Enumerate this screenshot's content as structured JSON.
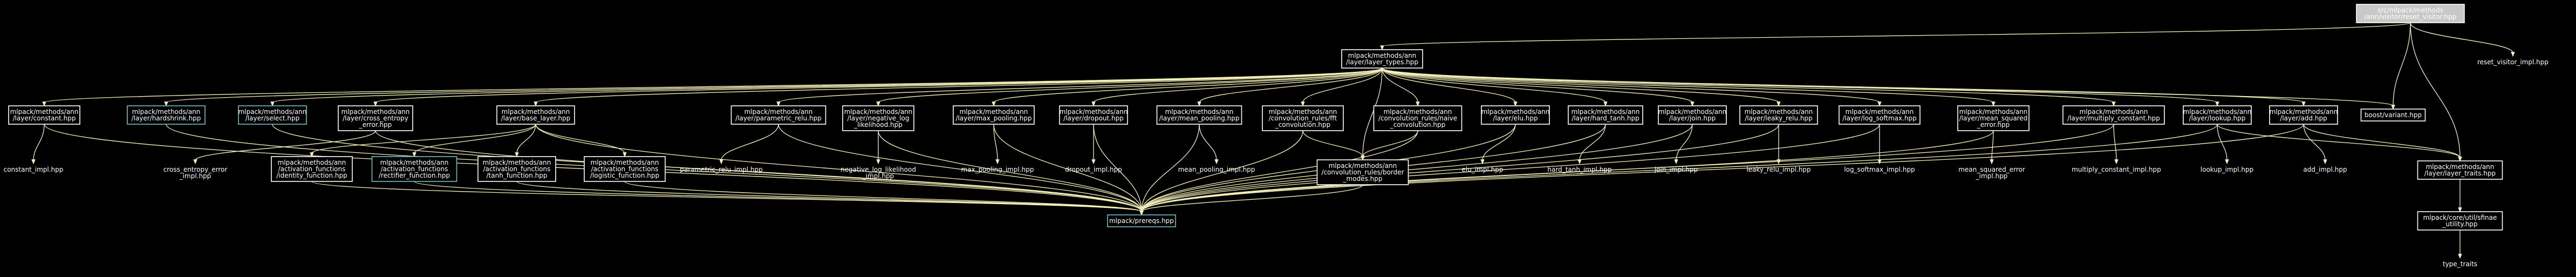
{
  "colors": {
    "background": "#000000",
    "edge": "#f3f1b7",
    "node_border_default": "#ffffff",
    "node_border_highlight": "#6bc0c0",
    "root_fill": "#c8c8c8",
    "root_text": "#000000",
    "node_fill": "#000000",
    "node_text": "#ffffff"
  },
  "nodes": [
    {
      "id": "root",
      "lines": [
        "src/mlpack/methods",
        "/ann/visitor/reset_visitor.hpp"
      ],
      "style": "root"
    },
    {
      "id": "reset_visitor_impl",
      "lines": [
        "reset_visitor_impl.hpp"
      ],
      "style": "plain"
    },
    {
      "id": "layer_types",
      "lines": [
        "mlpack/methods/ann",
        "/layer/layer_types.hpp"
      ],
      "style": "default"
    },
    {
      "id": "boost_variant",
      "lines": [
        "boost/variant.hpp"
      ],
      "style": "default"
    },
    {
      "id": "layer_traits",
      "lines": [
        "mlpack/methods/ann",
        "/layer/layer_traits.hpp"
      ],
      "style": "default"
    },
    {
      "id": "sfinae_utility",
      "lines": [
        "mlpack/core/util/sfinae",
        "_utility.hpp"
      ],
      "style": "default"
    },
    {
      "id": "type_traits",
      "lines": [
        "type_traits"
      ],
      "style": "plain"
    },
    {
      "id": "prereqs",
      "lines": [
        "mlpack/prereqs.hpp"
      ],
      "style": "highlight"
    },
    {
      "id": "constant",
      "lines": [
        "mlpack/methods/ann",
        "/layer/constant.hpp"
      ],
      "style": "default"
    },
    {
      "id": "constant_impl",
      "lines": [
        "constant_impl.hpp"
      ],
      "style": "plain"
    },
    {
      "id": "hardshrink",
      "lines": [
        "mlpack/methods/ann",
        "/layer/hardshrink.hpp"
      ],
      "style": "highlight"
    },
    {
      "id": "select",
      "lines": [
        "mlpack/methods/ann",
        "/layer/select.hpp"
      ],
      "style": "highlight"
    },
    {
      "id": "cross_entropy",
      "lines": [
        "mlpack/methods/ann",
        "/layer/cross_entropy",
        "_error.hpp"
      ],
      "style": "default"
    },
    {
      "id": "cross_entropy_impl",
      "lines": [
        "cross_entropy_error",
        "_impl.hpp"
      ],
      "style": "plain"
    },
    {
      "id": "base_layer",
      "lines": [
        "mlpack/methods/ann",
        "/layer/base_layer.hpp"
      ],
      "style": "default"
    },
    {
      "id": "identity_fn",
      "lines": [
        "mlpack/methods/ann",
        "/activation_functions",
        "/identity_function.hpp"
      ],
      "style": "default"
    },
    {
      "id": "rectifier_fn",
      "lines": [
        "mlpack/methods/ann",
        "/activation_functions",
        "/rectifier_function.hpp"
      ],
      "style": "highlight"
    },
    {
      "id": "tanh_fn",
      "lines": [
        "mlpack/methods/ann",
        "/activation_functions",
        "/tanh_function.hpp"
      ],
      "style": "default"
    },
    {
      "id": "logistic_fn",
      "lines": [
        "mlpack/methods/ann",
        "/activation_functions",
        "/logistic_function.hpp"
      ],
      "style": "default"
    },
    {
      "id": "parametric_relu",
      "lines": [
        "mlpack/methods/ann",
        "/layer/parametric_relu.hpp"
      ],
      "style": "default"
    },
    {
      "id": "parametric_relu_impl",
      "lines": [
        "parametric_relu_impl.hpp"
      ],
      "style": "plain"
    },
    {
      "id": "neg_log_lik",
      "lines": [
        "mlpack/methods/ann",
        "/layer/negative_log",
        "_likelihood.hpp"
      ],
      "style": "default"
    },
    {
      "id": "neg_log_lik_impl",
      "lines": [
        "negative_log_likelihood",
        "_impl.hpp"
      ],
      "style": "plain"
    },
    {
      "id": "max_pooling",
      "lines": [
        "mlpack/methods/ann",
        "/layer/max_pooling.hpp"
      ],
      "style": "default"
    },
    {
      "id": "max_pooling_impl",
      "lines": [
        "max_pooling_impl.hpp"
      ],
      "style": "plain"
    },
    {
      "id": "dropout",
      "lines": [
        "mlpack/methods/ann",
        "/layer/dropout.hpp"
      ],
      "style": "default"
    },
    {
      "id": "dropout_impl",
      "lines": [
        "dropout_impl.hpp"
      ],
      "style": "plain"
    },
    {
      "id": "mean_pooling",
      "lines": [
        "mlpack/methods/ann",
        "/layer/mean_pooling.hpp"
      ],
      "style": "default"
    },
    {
      "id": "mean_pooling_impl",
      "lines": [
        "mean_pooling_impl.hpp"
      ],
      "style": "plain"
    },
    {
      "id": "fft_conv",
      "lines": [
        "mlpack/methods/ann",
        "/convolution_rules/fft",
        "_convolution.hpp"
      ],
      "style": "default"
    },
    {
      "id": "naive_conv",
      "lines": [
        "mlpack/methods/ann",
        "/convolution_rules/naive",
        "_convolution.hpp"
      ],
      "style": "default"
    },
    {
      "id": "border_modes",
      "lines": [
        "mlpack/methods/ann",
        "/convolution_rules/border",
        "_modes.hpp"
      ],
      "style": "default"
    },
    {
      "id": "elu",
      "lines": [
        "mlpack/methods/ann",
        "/layer/elu.hpp"
      ],
      "style": "default"
    },
    {
      "id": "elu_impl",
      "lines": [
        "elu_impl.hpp"
      ],
      "style": "plain"
    },
    {
      "id": "hard_tanh",
      "lines": [
        "mlpack/methods/ann",
        "/layer/hard_tanh.hpp"
      ],
      "style": "default"
    },
    {
      "id": "hard_tanh_impl",
      "lines": [
        "hard_tanh_impl.hpp"
      ],
      "style": "plain"
    },
    {
      "id": "join",
      "lines": [
        "mlpack/methods/ann",
        "/layer/join.hpp"
      ],
      "style": "default"
    },
    {
      "id": "join_impl",
      "lines": [
        "join_impl.hpp"
      ],
      "style": "plain"
    },
    {
      "id": "leaky_relu",
      "lines": [
        "mlpack/methods/ann",
        "/layer/leaky_relu.hpp"
      ],
      "style": "default"
    },
    {
      "id": "leaky_relu_impl",
      "lines": [
        "leaky_relu_impl.hpp"
      ],
      "style": "plain"
    },
    {
      "id": "log_softmax",
      "lines": [
        "mlpack/methods/ann",
        "/layer/log_softmax.hpp"
      ],
      "style": "default"
    },
    {
      "id": "log_softmax_impl",
      "lines": [
        "log_softmax_impl.hpp"
      ],
      "style": "plain"
    },
    {
      "id": "mse",
      "lines": [
        "mlpack/methods/ann",
        "/layer/mean_squared",
        "_error.hpp"
      ],
      "style": "default"
    },
    {
      "id": "mse_impl",
      "lines": [
        "mean_squared_error",
        "_impl.hpp"
      ],
      "style": "plain"
    },
    {
      "id": "multiply_constant",
      "lines": [
        "mlpack/methods/ann",
        "/layer/multiply_constant.hpp"
      ],
      "style": "default"
    },
    {
      "id": "multiply_constant_impl",
      "lines": [
        "multiply_constant_impl.hpp"
      ],
      "style": "plain"
    },
    {
      "id": "lookup",
      "lines": [
        "mlpack/methods/ann",
        "/layer/lookup.hpp"
      ],
      "style": "default"
    },
    {
      "id": "lookup_impl",
      "lines": [
        "lookup_impl.hpp"
      ],
      "style": "plain"
    },
    {
      "id": "add",
      "lines": [
        "mlpack/methods/ann",
        "/layer/add.hpp"
      ],
      "style": "default"
    },
    {
      "id": "add_impl",
      "lines": [
        "add_impl.hpp"
      ],
      "style": "plain"
    }
  ],
  "edges": [
    [
      "root",
      "reset_visitor_impl"
    ],
    [
      "root",
      "layer_types"
    ],
    [
      "root",
      "boost_variant"
    ],
    [
      "root",
      "layer_traits"
    ],
    [
      "layer_types",
      "constant"
    ],
    [
      "layer_types",
      "hardshrink"
    ],
    [
      "layer_types",
      "select"
    ],
    [
      "layer_types",
      "cross_entropy"
    ],
    [
      "layer_types",
      "base_layer"
    ],
    [
      "layer_types",
      "parametric_relu"
    ],
    [
      "layer_types",
      "neg_log_lik"
    ],
    [
      "layer_types",
      "max_pooling"
    ],
    [
      "layer_types",
      "dropout"
    ],
    [
      "layer_types",
      "mean_pooling"
    ],
    [
      "layer_types",
      "fft_conv"
    ],
    [
      "layer_types",
      "naive_conv"
    ],
    [
      "layer_types",
      "border_modes"
    ],
    [
      "layer_types",
      "elu"
    ],
    [
      "layer_types",
      "hard_tanh"
    ],
    [
      "layer_types",
      "join"
    ],
    [
      "layer_types",
      "leaky_relu"
    ],
    [
      "layer_types",
      "log_softmax"
    ],
    [
      "layer_types",
      "mse"
    ],
    [
      "layer_types",
      "multiply_constant"
    ],
    [
      "layer_types",
      "lookup"
    ],
    [
      "layer_types",
      "add"
    ],
    [
      "layer_types",
      "boost_variant"
    ],
    [
      "layer_traits",
      "sfinae_utility"
    ],
    [
      "sfinae_utility",
      "type_traits"
    ],
    [
      "constant",
      "constant_impl"
    ],
    [
      "constant",
      "prereqs"
    ],
    [
      "hardshrink",
      "prereqs"
    ],
    [
      "select",
      "prereqs"
    ],
    [
      "cross_entropy",
      "cross_entropy_impl"
    ],
    [
      "cross_entropy",
      "prereqs"
    ],
    [
      "base_layer",
      "identity_fn"
    ],
    [
      "base_layer",
      "rectifier_fn"
    ],
    [
      "base_layer",
      "tanh_fn"
    ],
    [
      "base_layer",
      "logistic_fn"
    ],
    [
      "base_layer",
      "prereqs"
    ],
    [
      "identity_fn",
      "prereqs"
    ],
    [
      "rectifier_fn",
      "prereqs"
    ],
    [
      "tanh_fn",
      "prereqs"
    ],
    [
      "logistic_fn",
      "prereqs"
    ],
    [
      "parametric_relu",
      "parametric_relu_impl"
    ],
    [
      "parametric_relu",
      "prereqs"
    ],
    [
      "neg_log_lik",
      "neg_log_lik_impl"
    ],
    [
      "neg_log_lik",
      "prereqs"
    ],
    [
      "max_pooling",
      "max_pooling_impl"
    ],
    [
      "max_pooling",
      "prereqs"
    ],
    [
      "dropout",
      "dropout_impl"
    ],
    [
      "dropout",
      "prereqs"
    ],
    [
      "mean_pooling",
      "mean_pooling_impl"
    ],
    [
      "mean_pooling",
      "prereqs"
    ],
    [
      "fft_conv",
      "border_modes"
    ],
    [
      "fft_conv",
      "prereqs"
    ],
    [
      "naive_conv",
      "border_modes"
    ],
    [
      "naive_conv",
      "prereqs"
    ],
    [
      "border_modes",
      "prereqs"
    ],
    [
      "elu",
      "elu_impl"
    ],
    [
      "elu",
      "prereqs"
    ],
    [
      "hard_tanh",
      "hard_tanh_impl"
    ],
    [
      "hard_tanh",
      "prereqs"
    ],
    [
      "join",
      "join_impl"
    ],
    [
      "join",
      "prereqs"
    ],
    [
      "leaky_relu",
      "leaky_relu_impl"
    ],
    [
      "leaky_relu",
      "prereqs"
    ],
    [
      "log_softmax",
      "log_softmax_impl"
    ],
    [
      "log_softmax",
      "prereqs"
    ],
    [
      "mse",
      "mse_impl"
    ],
    [
      "mse",
      "prereqs"
    ],
    [
      "multiply_constant",
      "multiply_constant_impl"
    ],
    [
      "multiply_constant",
      "prereqs"
    ],
    [
      "lookup",
      "lookup_impl"
    ],
    [
      "lookup",
      "layer_traits"
    ],
    [
      "lookup",
      "prereqs"
    ],
    [
      "add",
      "add_impl"
    ],
    [
      "add",
      "layer_traits"
    ],
    [
      "add",
      "prereqs"
    ]
  ]
}
